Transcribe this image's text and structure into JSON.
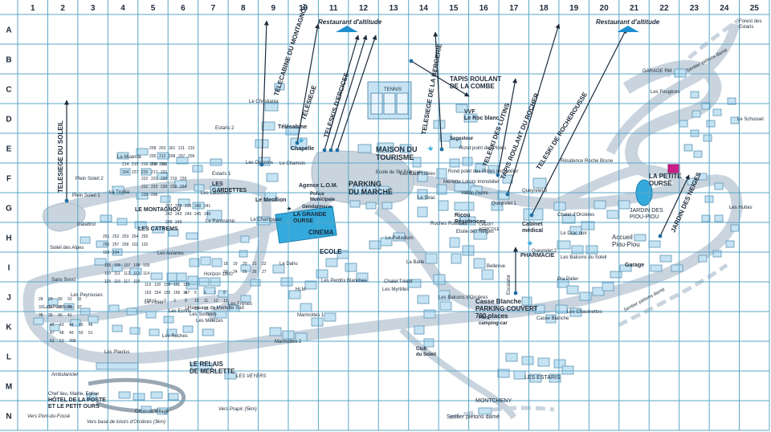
{
  "grid": {
    "columns": [
      "1",
      "2",
      "3",
      "4",
      "5",
      "6",
      "7",
      "8",
      "9",
      "10",
      "11",
      "12",
      "13",
      "14",
      "15",
      "16",
      "17",
      "18",
      "19",
      "20",
      "21",
      "22",
      "23",
      "24",
      "25"
    ],
    "rows": [
      "A",
      "B",
      "C",
      "D",
      "E",
      "F",
      "G",
      "H",
      "I",
      "J",
      "K",
      "L",
      "M",
      "N"
    ]
  },
  "colors": {
    "grid": "#5aa6c8",
    "road": "#c9d4de",
    "building": "#c5e3f3",
    "building_stroke": "#5d93b3",
    "highlight": "#34aadc",
    "accent": "#cc1f8a",
    "text": "#1c2a3a"
  },
  "lifts": [
    {
      "name": "TELESIEGE DU SOLEIL"
    },
    {
      "name": "TELECABINE DU MONTAGNOU"
    },
    {
      "name": "TELESIEGE"
    },
    {
      "name": "TELESKIS D'ERCICES"
    },
    {
      "name": "TELESIEGE DE LA BERGERIE"
    },
    {
      "name": "TELESKI DES LUTINS"
    },
    {
      "name": "TAPIS ROULANT DU ROCHER"
    },
    {
      "name": "TELESKI DE ROCHEROUSSE"
    },
    {
      "name": "JARDIN DES NEIGES"
    },
    {
      "name": "TAPIS ROULANT DE LA COMBE"
    }
  ],
  "places": {
    "restaurant_1": "Restaurant d'altitude",
    "restaurant_2": "Restaurant d'altitude",
    "tennis": "TENNIS",
    "maison_tourisme": "MAISON DU TOURISME",
    "parking_marche": "PARKING DU MARCHÉ",
    "grande_ourse": "LA GRANDE OURSE",
    "cinema": "CINEMA",
    "ecole": "ECOLE",
    "petite_ourse": "LA PETITE OURSE",
    "jardin_pioupiou": "JARDIN DES PIOU-PIOU",
    "accueil": "Accueil Piou-Piou",
    "gardettes": "LES GARDETTES",
    "montagnou": "LE MONTAGNOU",
    "catrems": "LES CATREMS",
    "relais": "LE RELAIS DE MERLETTE",
    "hotel_poste": "HÔTEL DE LA POSTE ET LE PETIT OURS",
    "chef_lieu": "Chef lieu, Mairie, Eglise",
    "pharmacie": "PHARMACIE",
    "casse_blanche": "Casse Blanche PARKING COUVERT 700 places",
    "cabinet": "Cabinet médical",
    "ricou": "Ricou Résidences",
    "vvf": "VVF Le Roc blanc",
    "escalator": "Escalator",
    "les_estaris": "LES ESTARIS",
    "montcheny": "MONTCHENY",
    "forest": "Forest des Estaris",
    "sentier_1": "Sentier piétons damé",
    "sentier_2": "Sentier piétons damé",
    "sentier_3": "Sentier piétons damé",
    "vers_prapic": "Vers Prapic (5km)",
    "vers_pont": "Vers Pont-du-Fossé",
    "vers_base": "Vers base de loisirs d'Orcières (3km)",
    "orcieres_village": "Orcières Village",
    "les_veyers": "LES VEYERS",
    "ambulancier": "Ambulancier",
    "chapelle": "Chapelle",
    "telecabine": "Télécabine",
    "le_meollion": "Le Meollion",
    "agence": "Agence L.O.M.",
    "police": "Police Municipale",
    "gendarmerie": "Gendarmerie",
    "segestour": "Segestour",
    "garage_rm": "GARAGE RM",
    "garage": "Garage",
    "credit": "CRÉDIT AGRICOLE",
    "club": "Club du Soleil",
    "parc_camping": "Parc camping-car",
    "queyrelet1": "Queyrelet 1",
    "queyrelet2": "Queyrelet 2",
    "queyrelet3": "Queyrelet 3"
  },
  "labels": [
    "Le Christiania",
    "Estaris 2",
    "Estaris 1",
    "Le Chamois",
    "Les Lauzières",
    "Les Oursons",
    "Le Panoramic",
    "Le Champsaur",
    "Le Dahu",
    "HLM",
    "Les Perdrix Blanches",
    "Marmottes 1",
    "Marmottes 2",
    "Les Frênes",
    "Les Sorbiers",
    "Les Mélèzes",
    "Horizon 1800",
    "Les Aulanes",
    "Le Pinier",
    "Les Ecrins",
    "Les Ruches",
    "Hameaux de Merlette Sud",
    "La Muande",
    "Plein Soleil 2",
    "Plein Soleil 1",
    "La Troïka",
    "Galabrut",
    "Soleil des Alpes",
    "Sans Souci",
    "Les Peyrouses",
    "Les Perchoirs",
    "Les Plautus",
    "Ecole du Ski Français",
    "Les Eaux claires",
    "Le Sirac",
    "Roches Rousses",
    "Etoile des Neiges",
    "Le Palladium",
    "La Barle",
    "Chalet Trésor",
    "Les Myrtilles",
    "Les Balcons d'Orcières",
    "Bellevue",
    "Rond point des Pistes",
    "Rond point des Pistes immobilier",
    "Merlette Loisirs Immobilier",
    "Vallon Pierre",
    "Résidence Roche Brune",
    "Chalet d'Orcières",
    "Le Drac noir",
    "Les Balcons du Soleil",
    "Pra Palier",
    "Les Chaumettes",
    "Casse Blanche",
    "Les Fougères",
    "Le Schussel",
    "Les Huttes"
  ],
  "numbers": [
    "208",
    "203",
    "301",
    "211",
    "210",
    "205",
    "212",
    "208",
    "207",
    "209",
    "224",
    "213",
    "214",
    "215",
    "216",
    "218",
    "303",
    "304",
    "227",
    "225",
    "217",
    "221",
    "222",
    "223",
    "220",
    "219",
    "229",
    "231",
    "233",
    "230",
    "232",
    "234",
    "235",
    "236",
    "237",
    "238",
    "239",
    "240",
    "241",
    "242",
    "243",
    "244",
    "245",
    "246",
    "248",
    "249",
    "251",
    "252",
    "253",
    "254",
    "255",
    "256",
    "257",
    "258",
    "101",
    "102",
    "103",
    "104",
    "105",
    "106",
    "107",
    "108",
    "109",
    "110",
    "111",
    "112",
    "113",
    "114",
    "115",
    "116",
    "117",
    "118",
    "119",
    "120",
    "150",
    "151",
    "152",
    "153",
    "154",
    "155",
    "156",
    "157",
    "158",
    "1",
    "2",
    "3",
    "4",
    "5",
    "6",
    "7",
    "8",
    "9",
    "10",
    "11",
    "12",
    "13",
    "14",
    "15",
    "16",
    "17",
    "18",
    "19",
    "20",
    "21",
    "22",
    "23",
    "24",
    "25",
    "26",
    "27",
    "28",
    "29",
    "30",
    "31",
    "32",
    "33",
    "34",
    "35",
    "36",
    "37",
    "38",
    "39",
    "40",
    "41",
    "42",
    "43",
    "44",
    "45",
    "46",
    "47",
    "48",
    "49",
    "50",
    "51",
    "52",
    "53",
    "308"
  ]
}
